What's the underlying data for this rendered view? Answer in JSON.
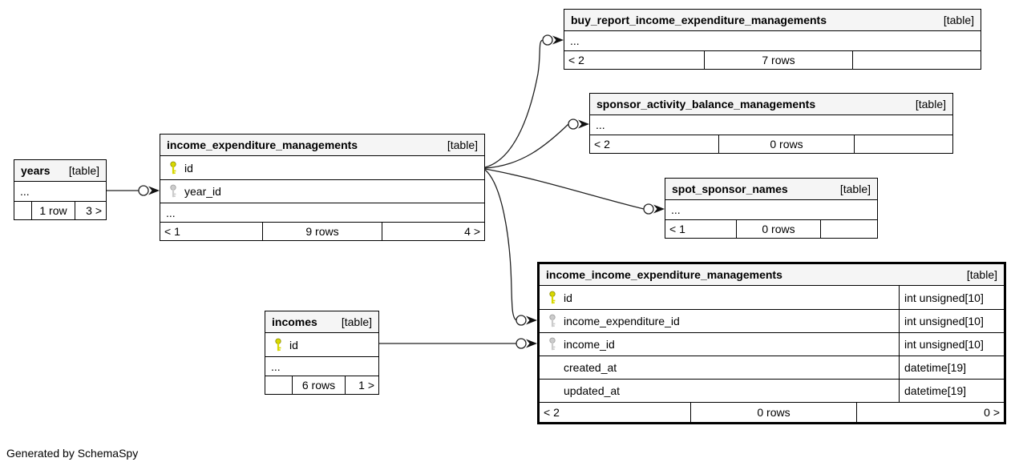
{
  "generated_by": "Generated by SchemaSpy",
  "colors": {
    "primary_key_icon": "#d8d800",
    "foreign_key_icon": "#cccccc",
    "header_background": "#f5f5f5",
    "border": "#000000",
    "background": "#ffffff"
  },
  "tables": [
    {
      "name": "years",
      "tag": "[table]",
      "more": "...",
      "footer": {
        "left": "",
        "center": "1 row",
        "right": "3 >"
      }
    },
    {
      "name": "income_expenditure_managements",
      "tag": "[table]",
      "more": "...",
      "columns": [
        {
          "name": "id",
          "key": "primary"
        },
        {
          "name": "year_id",
          "key": "foreign"
        }
      ],
      "footer": {
        "left": "< 1",
        "center": "9 rows",
        "right": "4 >"
      }
    },
    {
      "name": "buy_report_income_expenditure_managements",
      "tag": "[table]",
      "more": "...",
      "footer": {
        "left": "< 2",
        "center": "7 rows",
        "right": ""
      }
    },
    {
      "name": "sponsor_activity_balance_managements",
      "tag": "[table]",
      "more": "...",
      "footer": {
        "left": "< 2",
        "center": "0 rows",
        "right": ""
      }
    },
    {
      "name": "spot_sponsor_names",
      "tag": "[table]",
      "more": "...",
      "footer": {
        "left": "< 1",
        "center": "0 rows",
        "right": ""
      }
    },
    {
      "name": "income_income_expenditure_managements",
      "tag": "[table]",
      "columns": [
        {
          "name": "id",
          "key": "primary",
          "type": "int unsigned[10]"
        },
        {
          "name": "income_expenditure_id",
          "key": "foreign",
          "type": "int unsigned[10]"
        },
        {
          "name": "income_id",
          "key": "foreign",
          "type": "int unsigned[10]"
        },
        {
          "name": "created_at",
          "key": "none",
          "type": "datetime[19]"
        },
        {
          "name": "updated_at",
          "key": "none",
          "type": "datetime[19]"
        }
      ],
      "footer": {
        "left": "< 2",
        "center": "0 rows",
        "right": "0 >"
      }
    },
    {
      "name": "incomes",
      "tag": "[table]",
      "more": "...",
      "columns": [
        {
          "name": "id",
          "key": "primary"
        }
      ],
      "footer": {
        "left": "",
        "center": "6 rows",
        "right": "1 >"
      }
    }
  ],
  "relationships": [
    {
      "from": "years",
      "to": "income_expenditure_managements.year_id"
    },
    {
      "from": "income_expenditure_managements.id",
      "to": "buy_report_income_expenditure_managements"
    },
    {
      "from": "income_expenditure_managements.id",
      "to": "sponsor_activity_balance_managements"
    },
    {
      "from": "income_expenditure_managements.id",
      "to": "spot_sponsor_names"
    },
    {
      "from": "income_expenditure_managements.id",
      "to": "income_income_expenditure_managements.income_expenditure_id"
    },
    {
      "from": "incomes.id",
      "to": "income_income_expenditure_managements.income_id"
    }
  ]
}
